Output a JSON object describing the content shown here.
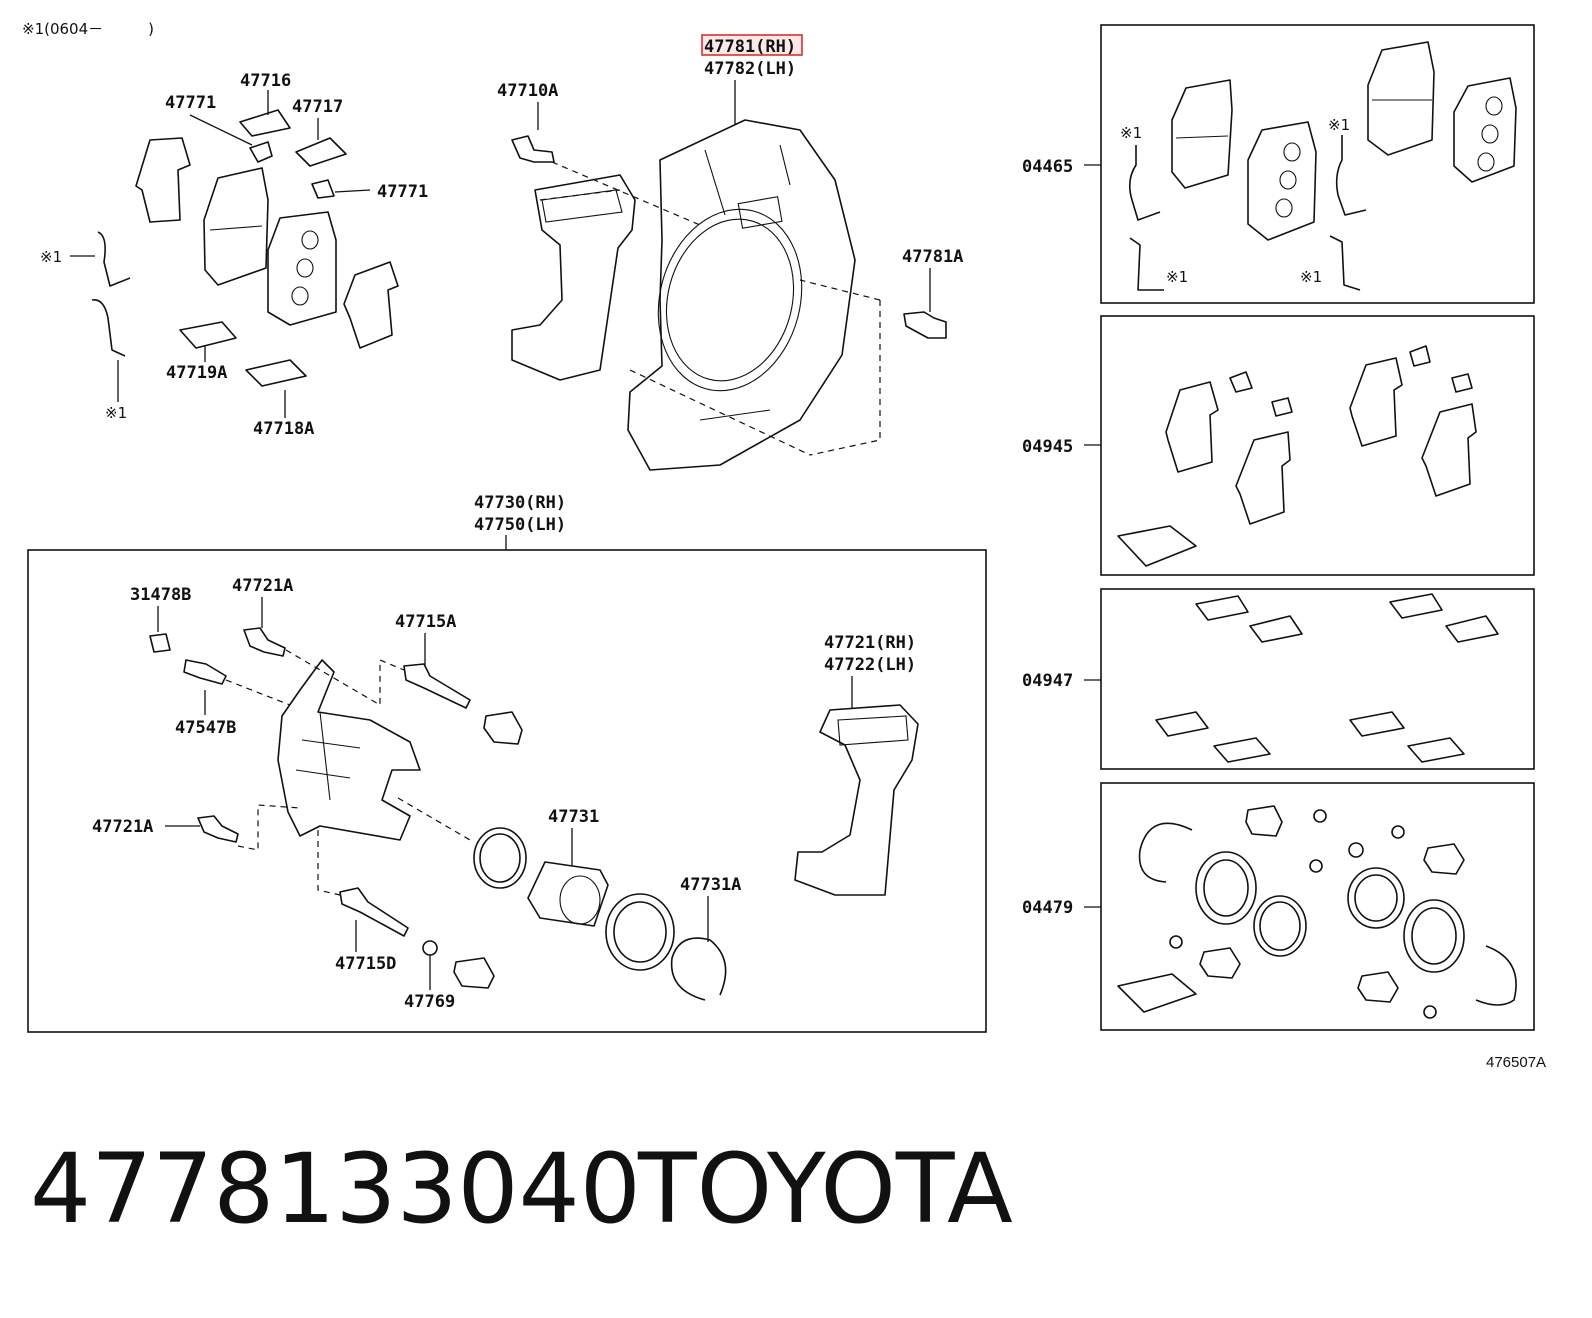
{
  "diagram": {
    "note_range": "※1(0604－　　　)",
    "labels": {
      "p47716": "47716",
      "p47771_a": "47771",
      "p47717": "47717",
      "p47771_b": "47771",
      "p47719A": "47719A",
      "p47718A": "47718A",
      "mark_1a": "※1",
      "mark_1b": "※1",
      "p47710A": "47710A",
      "p47781_rh": "47781(RH)",
      "p47782_lh": "47782(LH)",
      "p47781A": "47781A",
      "p47730_rh": "47730(RH)",
      "p47750_lh": "47750(LH)",
      "p31478B": "31478B",
      "p47721A_a": "47721A",
      "p47715A": "47715A",
      "p47547B": "47547B",
      "p47721A_b": "47721A",
      "p47731": "47731",
      "p47731A": "47731A",
      "p47715D": "47715D",
      "p47769": "47769",
      "p47721_rh": "47721(RH)",
      "p47722_lh": "47722(LH)",
      "k04465": "04465",
      "k04945": "04945",
      "k04947": "04947",
      "k04479": "04479",
      "kit_mark_1": "※1",
      "kit_mark_2": "※1",
      "kit_mark_3": "※1",
      "kit_mark_4": "※1",
      "ref_code": "476507A"
    },
    "highlight_color": "#d9322e"
  },
  "footer": {
    "part_number": "4778133040",
    "brand": "TOYOTA"
  }
}
